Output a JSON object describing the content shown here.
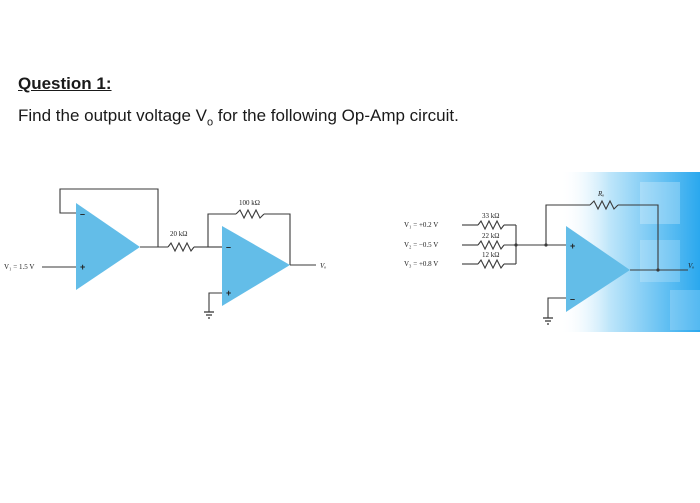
{
  "question": {
    "title": "Question 1:",
    "prompt_before": "Find the output voltage V",
    "prompt_sub": "o",
    "prompt_after": " for the following Op-Amp circuit."
  },
  "circuit1": {
    "input_label": "V₁ = 1.5 V",
    "resistor1_label": "20 kΩ",
    "resistor2_label": "100 kΩ",
    "output_label": "Vₒ",
    "minus_sign": "–",
    "plus_sign": "+"
  },
  "circuit2": {
    "v1_label": "V₁ = +0.2 V",
    "v2_label": "V₂ = −0.5 V",
    "v3_label": "V₃ = +0.8 V",
    "r1_label": "33 kΩ",
    "r2_label": "22 kΩ",
    "r3_label": "12 kΩ",
    "rf_label": "Rₒ",
    "output_label": "Vₒ",
    "minus_sign": "–",
    "plus_sign": "+"
  },
  "colors": {
    "opamp_fill": "#63bde8",
    "wire": "#3a3a3a",
    "accent_blue": "#3eb3ef"
  }
}
